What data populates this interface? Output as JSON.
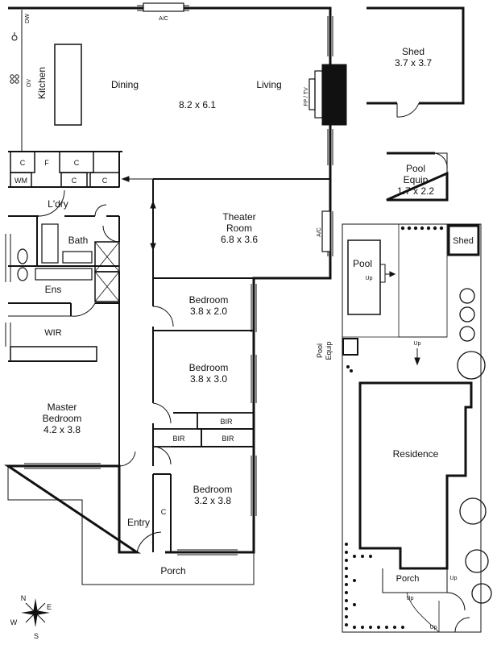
{
  "colors": {
    "wall": "#111111",
    "fixture": "#444444",
    "grass": "#e8e8e8",
    "shrub": "#111111"
  },
  "rooms": {
    "dining": "Dining",
    "living": "Living",
    "main_size": "8.2 x 6.1",
    "kitchen": "Kitchen",
    "dw": "DW",
    "ov": "OV",
    "fp_tv": "FP / TV",
    "ac": "A/C",
    "c": "C",
    "f": "F",
    "wm": "WM",
    "laundry": "L'dry",
    "bath": "Bath",
    "ens": "Ens",
    "wir": "WIR",
    "master": "Master",
    "master_bedroom": "Bedroom",
    "master_size": "4.2 x 3.8",
    "theater": "Theater",
    "theater_room": "Room",
    "theater_size": "6.8 x 3.6",
    "bedroom": "Bedroom",
    "bed1_size": "3.8 x 2.0",
    "bed2_size": "3.8 x 3.0",
    "bed3_size": "3.2 x 3.8",
    "bir": "BIR",
    "entry": "Entry",
    "porch": "Porch"
  },
  "outbuildings": {
    "shed": "Shed",
    "shed_size": "3.7 x 3.7",
    "pool": "Pool",
    "equip": "Equip",
    "pool_equip_size": "1.7 x 2.2"
  },
  "site": {
    "pool": "Pool",
    "up": "Up",
    "shed": "Shed",
    "equip": "Equip",
    "residence": "Residence",
    "porch": "Porch"
  },
  "compass": {
    "n": "N",
    "e": "E",
    "s": "S",
    "w": "W"
  }
}
